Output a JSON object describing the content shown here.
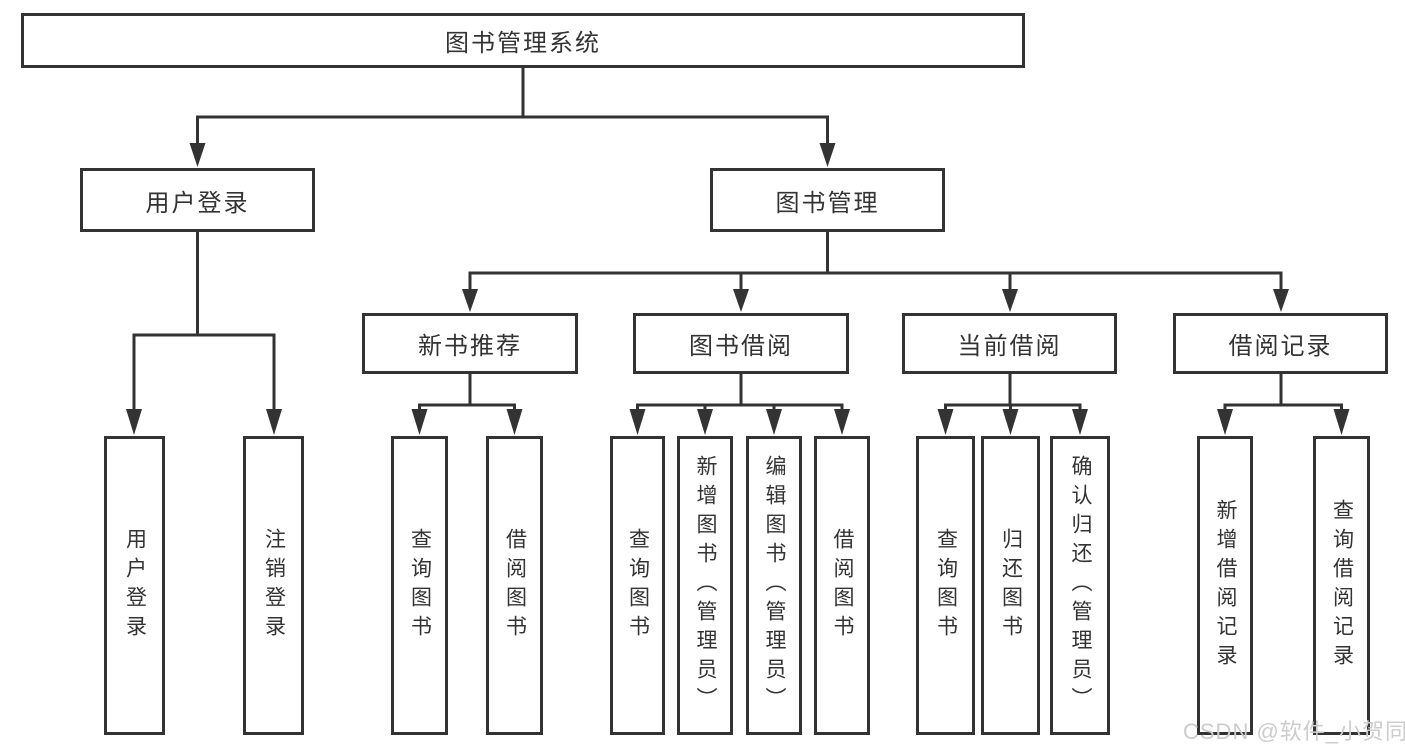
{
  "diagram": {
    "root": {
      "label": "图书管理系统"
    },
    "level2": [
      {
        "label": "用户登录"
      },
      {
        "label": "图书管理"
      }
    ],
    "level3": [
      {
        "label": "新书推荐"
      },
      {
        "label": "图书借阅"
      },
      {
        "label": "当前借阅"
      },
      {
        "label": "借阅记录"
      }
    ],
    "leaves": [
      {
        "label": "用户登录"
      },
      {
        "label": "注销登录"
      },
      {
        "label": "查询图书"
      },
      {
        "label": "借阅图书"
      },
      {
        "label": "查询图书"
      },
      {
        "label": "新增图书（管理员）"
      },
      {
        "label": "编辑图书（管理员）"
      },
      {
        "label": "借阅图书"
      },
      {
        "label": "查询图书"
      },
      {
        "label": "归还图书"
      },
      {
        "label": "确认归还（管理员）"
      },
      {
        "label": "新增借阅记录"
      },
      {
        "label": "查询借阅记录"
      }
    ]
  },
  "watermark": {
    "text": "CSDN @软件_小贺同学"
  },
  "colors": {
    "line": "#333333",
    "text": "#333333",
    "box_background": "#ffffff",
    "watermark": "#cccccc",
    "background": "#ffffff"
  }
}
